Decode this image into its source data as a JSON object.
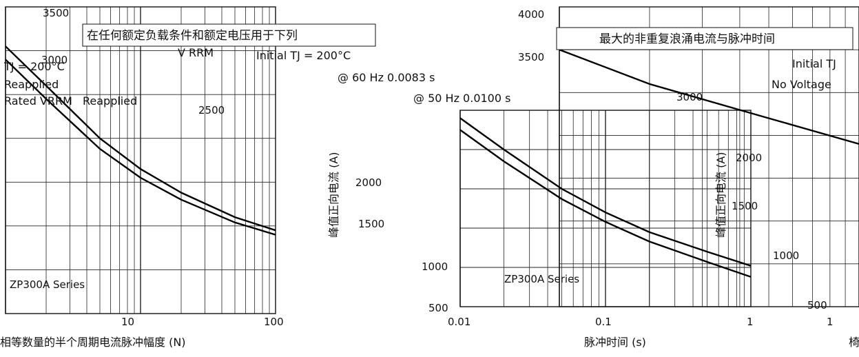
{
  "chart_data": [
    {
      "type": "line",
      "panel": "left",
      "title": "在任何额定负载条件和额定电压用于下列",
      "subtitle": "V RRM",
      "annotations": [
        "Initial TJ = 200°C",
        "@ 60 Hz 0.0083 s",
        "@ 50 Hz 0.0100 s",
        "TJ = 200°C",
        "Reapplied",
        "Rated VRRM",
        "Reapplied"
      ],
      "series_label": "ZP300A Series",
      "xlabel": "相等数量的半个周期电流脉冲幅度 (N)",
      "x_scale": "log",
      "xlim": [
        1,
        100
      ],
      "ylim": [
        0,
        3500
      ],
      "x_tick_labels": [
        "10",
        "100"
      ],
      "y_tick_labels": [
        "3500",
        "3000"
      ],
      "series": [
        {
          "x": [
            1,
            2,
            5,
            10,
            20,
            50,
            100
          ],
          "y": [
            3050,
            2600,
            2000,
            1650,
            1380,
            1100,
            950
          ]
        },
        {
          "x": [
            1,
            2,
            5,
            10,
            20,
            50,
            100
          ],
          "y": [
            2900,
            2450,
            1880,
            1550,
            1300,
            1040,
            900
          ]
        }
      ]
    },
    {
      "type": "line",
      "panel": "middle",
      "title": "",
      "series_label": "ZP300A Series",
      "xlabel": "脉冲时间 (s)",
      "ylabel": "峰值正向电流 (A)",
      "x_scale": "log",
      "xlim": [
        0.01,
        1
      ],
      "ylim": [
        500,
        3000
      ],
      "x_tick_labels": [
        "0.01",
        "0.1",
        "1"
      ],
      "y_tick_labels": [
        "2500",
        "2000",
        "1500",
        "1000",
        "500"
      ],
      "series": [
        {
          "x": [
            0.01,
            0.02,
            0.05,
            0.1,
            0.2,
            0.5,
            1
          ],
          "y": [
            2900,
            2500,
            2000,
            1700,
            1450,
            1200,
            1020
          ]
        },
        {
          "x": [
            0.01,
            0.02,
            0.05,
            0.1,
            0.2,
            0.5,
            1
          ],
          "y": [
            2750,
            2350,
            1870,
            1580,
            1330,
            1070,
            880
          ]
        }
      ]
    },
    {
      "type": "line",
      "panel": "right",
      "title": "最大的非重复浪涌电流与脉冲时间",
      "annotations": [
        "No Voltage",
        "Initial TJ"
      ],
      "ylabel": "峰值正向电流 (A)",
      "x_scale": "log",
      "xlim": [
        1,
        10
      ],
      "ylim": [
        500,
        4000
      ],
      "x_tick_labels": [
        "1"
      ],
      "y_tick_labels": [
        "4000",
        "3500",
        "3000",
        "2000",
        "1500",
        "1000",
        "500"
      ],
      "xlabel_partial": "椅",
      "series": [
        {
          "x": [
            1,
            2,
            5,
            10
          ],
          "y": [
            3500,
            3100,
            2700,
            2400
          ]
        }
      ]
    }
  ]
}
